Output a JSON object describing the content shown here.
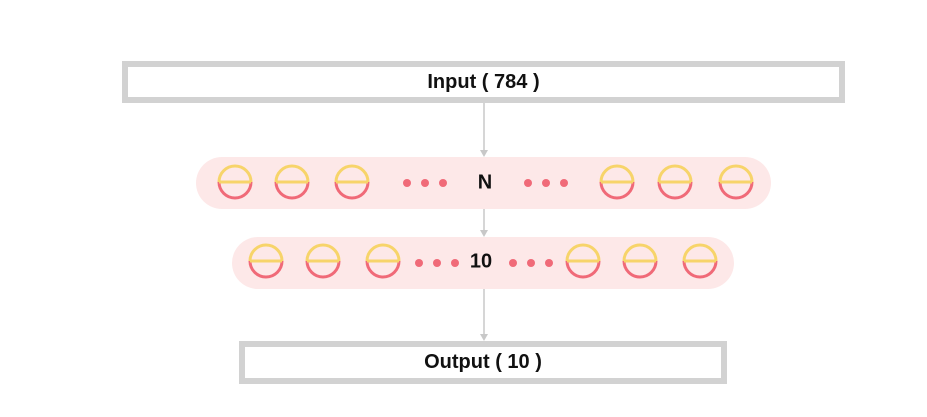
{
  "input_box": {
    "label": "Input ( 784 )"
  },
  "hidden_layer_1": {
    "label": "N"
  },
  "hidden_layer_2": {
    "label": "10"
  },
  "output_box": {
    "label": "Output ( 10 )"
  },
  "colors": {
    "box_border": "#d2d2d2",
    "layer_band": "#fde8e8",
    "neuron_top": "#f7d46a",
    "neuron_bottom": "#f06a78",
    "ellipsis_dot": "#f06a78",
    "arrow": "#c8c8c8"
  },
  "icons": {
    "neuron": "neuron-icon",
    "ellipsis": "ellipsis-icon",
    "arrow": "arrow-down-icon"
  }
}
